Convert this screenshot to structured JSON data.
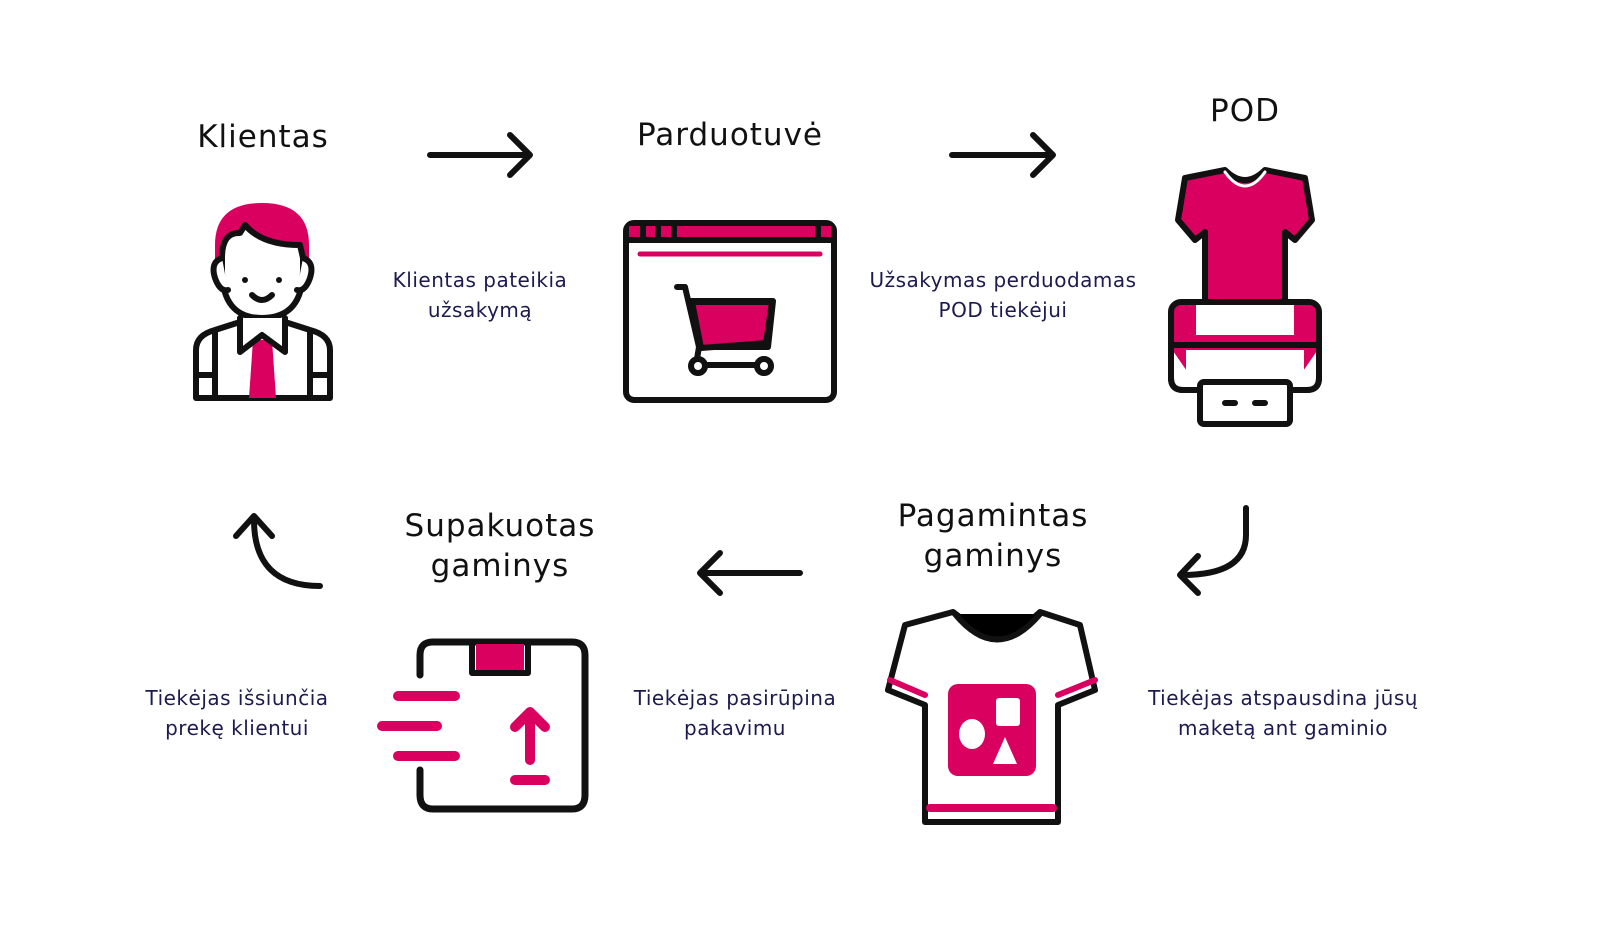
{
  "colors": {
    "accent": "#d9005f",
    "outline": "#111111",
    "caption": "#1d1a50"
  },
  "steps": [
    {
      "title": [
        "Klientas"
      ],
      "icon": "customer-icon"
    },
    {
      "title": [
        "Parduotuvė"
      ],
      "icon": "shop-browser-cart-icon"
    },
    {
      "title": [
        "POD"
      ],
      "icon": "tshirt-printer-icon"
    },
    {
      "title": [
        "Pagamintas",
        "gaminys"
      ],
      "icon": "printed-tshirt-icon"
    },
    {
      "title": [
        "Supakuotas",
        "gaminys"
      ],
      "icon": "package-shipping-icon"
    }
  ],
  "captions": [
    [
      "Klientas pateikia",
      "užsakymą"
    ],
    [
      "Užsakymas perduodamas",
      "POD tiekėjui"
    ],
    [
      "Tiekėjas atspausdina jūsų",
      "maketą ant gaminio"
    ],
    [
      "Tiekėjas pasirūpina",
      "pakavimu"
    ],
    [
      "Tiekėjas išsiunčia",
      "prekę klientui"
    ]
  ]
}
